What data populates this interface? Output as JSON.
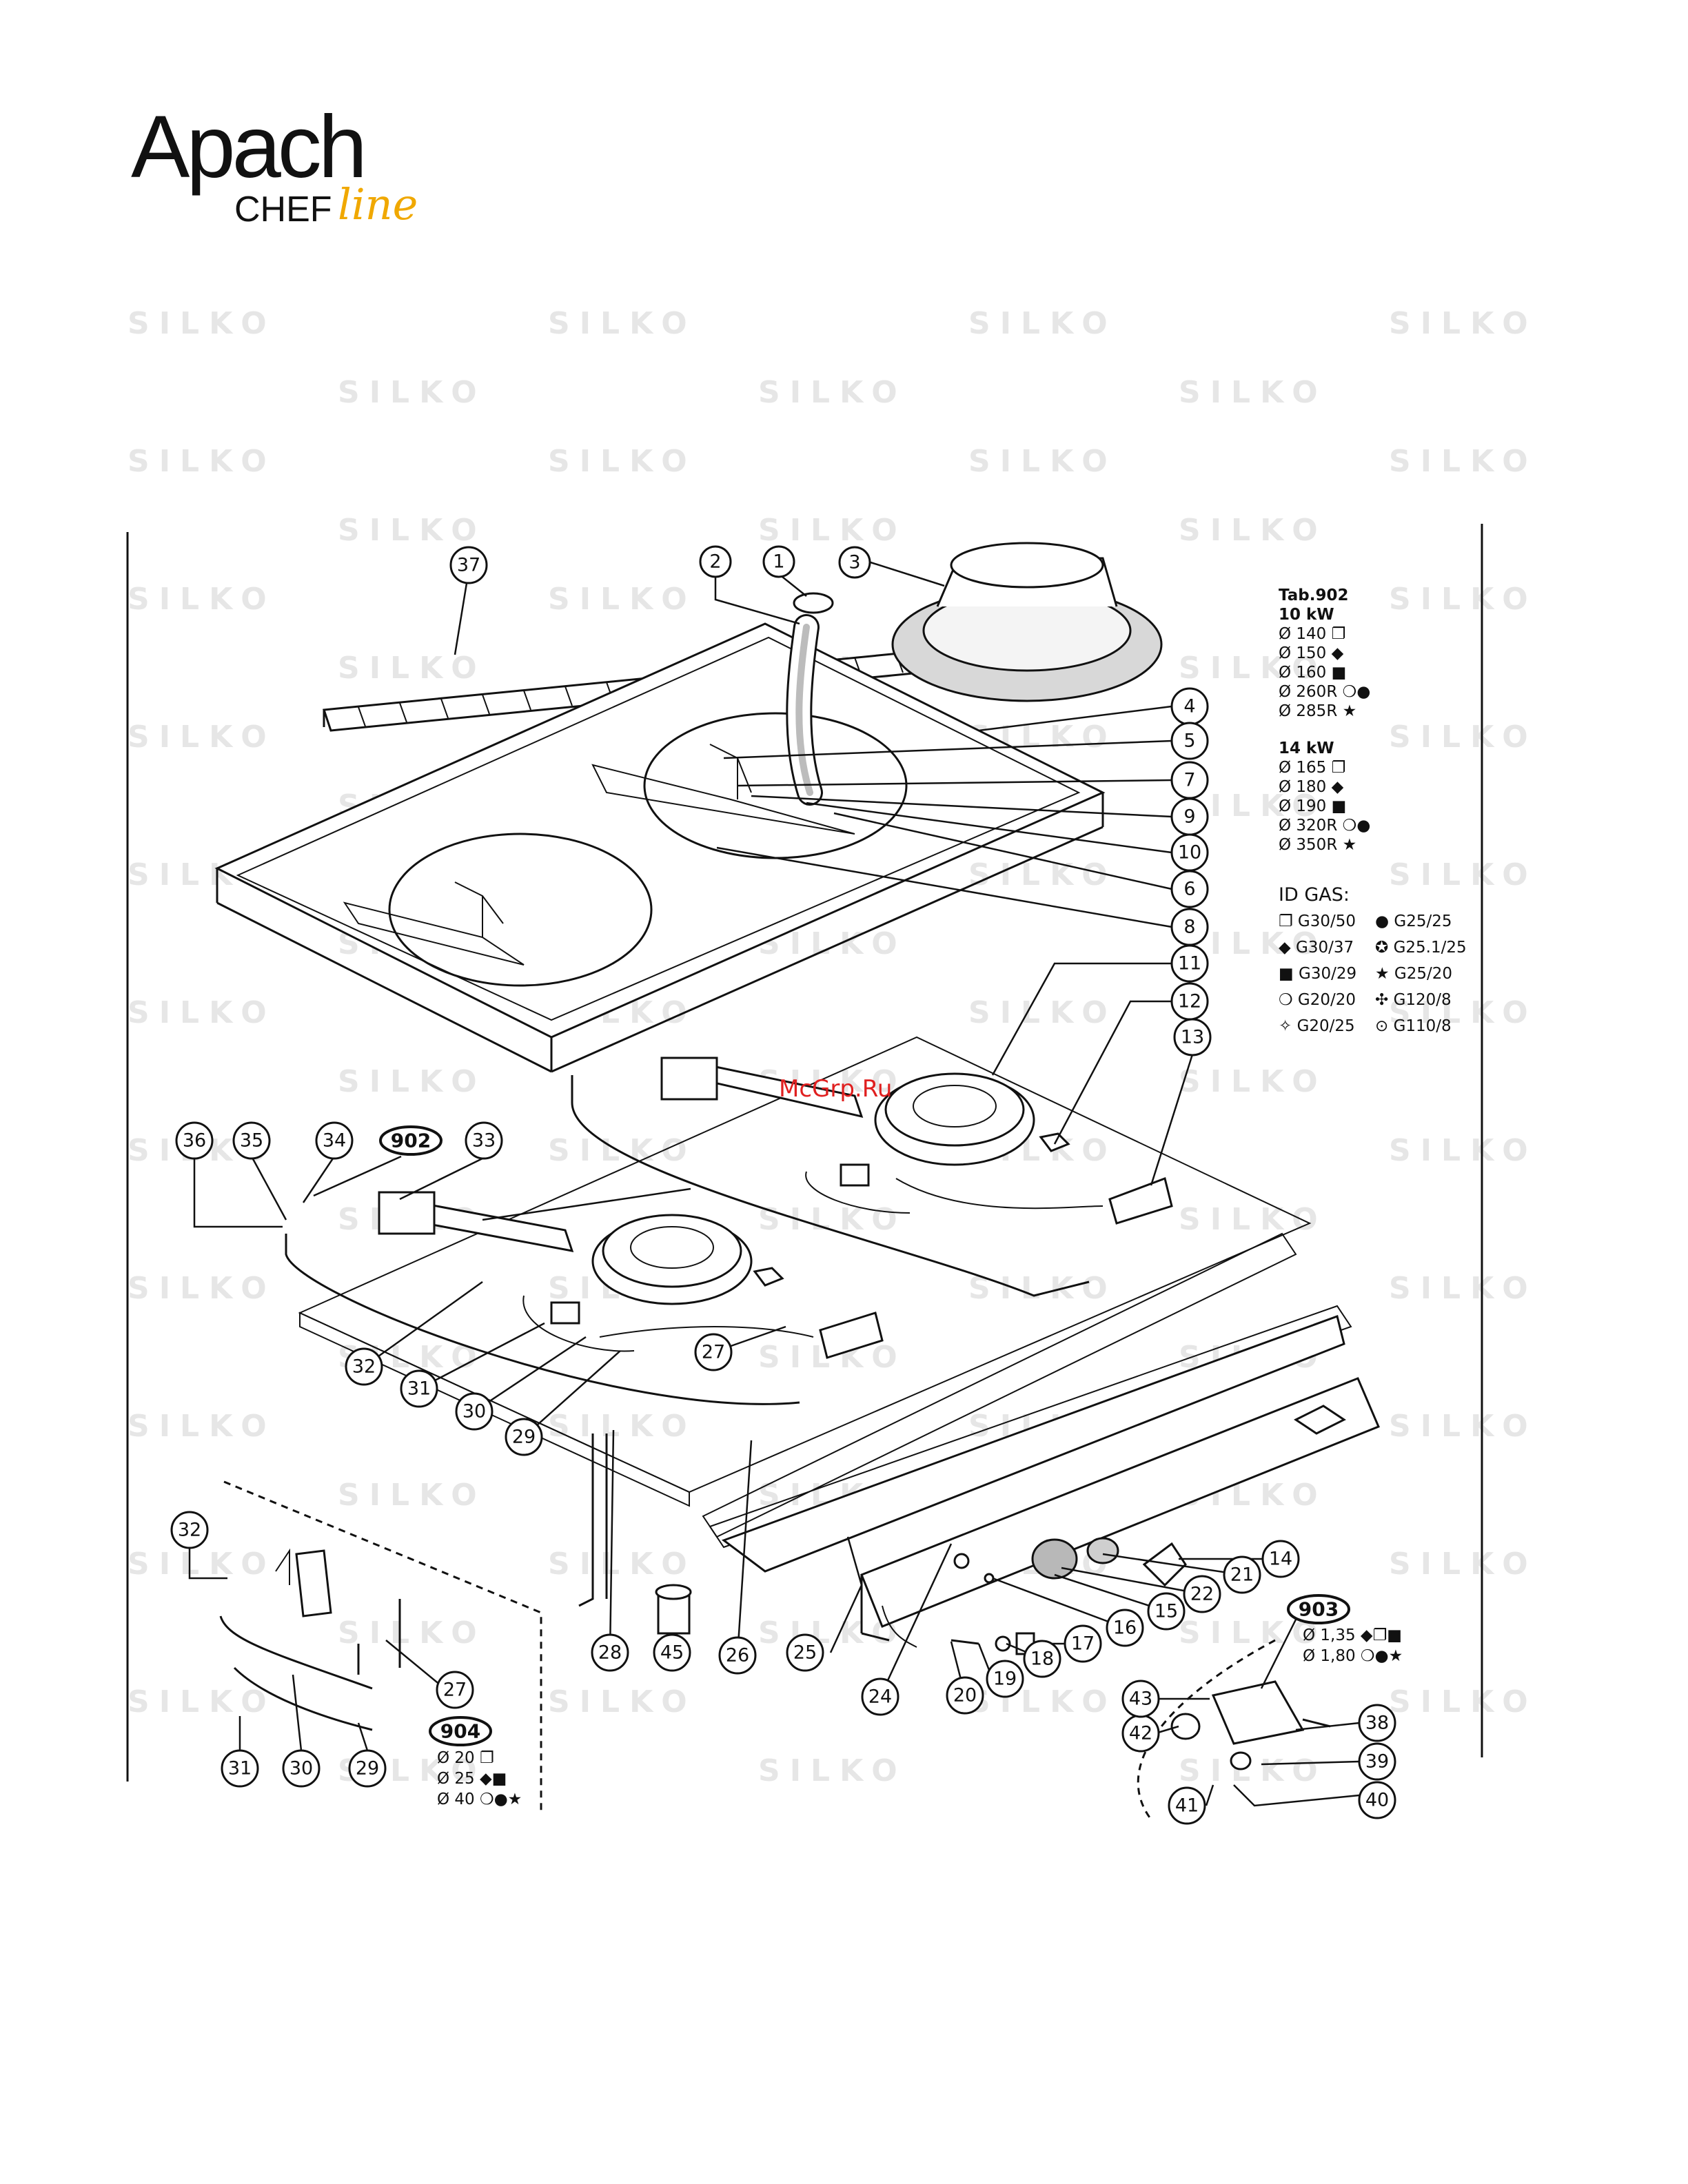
{
  "brand": {
    "logo_main": "Apach",
    "logo_chef": "CHEF",
    "logo_line": "line",
    "watermark": "SILKO"
  },
  "overlay_label": "McGrp.Ru",
  "callouts": [
    "1",
    "2",
    "3",
    "4",
    "5",
    "6",
    "7",
    "8",
    "9",
    "10",
    "11",
    "12",
    "13",
    "14",
    "15",
    "16",
    "17",
    "18",
    "19",
    "20",
    "21",
    "22",
    "24",
    "25",
    "26",
    "27",
    "28",
    "29",
    "30",
    "31",
    "32",
    "33",
    "34",
    "35",
    "36",
    "37",
    "38",
    "39",
    "40",
    "41",
    "42",
    "43",
    "45",
    "902",
    "903",
    "904"
  ],
  "callouts_inset": [
    "32",
    "27",
    "31",
    "30",
    "29"
  ],
  "callouts_bold": [
    "902",
    "903",
    "904"
  ],
  "tab902": {
    "title": "Tab.902",
    "group1_title": "10 kW",
    "group1": [
      "Ø 140 ❐",
      "Ø 150 ◆",
      "Ø 160 ■",
      "Ø 260R ❍●",
      "Ø 285R ★"
    ],
    "group2_title": "14 kW",
    "group2": [
      "Ø 165 ❐",
      "Ø 180 ◆",
      "Ø 190 ■",
      "Ø 320R ❍●",
      "Ø 350R ★"
    ]
  },
  "id_gas": {
    "title": "ID GAS:",
    "rows": [
      [
        "❐ G30/50",
        "● G25/25"
      ],
      [
        "◆ G30/37",
        "✪ G25.1/25"
      ],
      [
        "■ G30/29",
        "★ G25/20"
      ],
      [
        "❍ G20/20",
        "✣ G120/8"
      ],
      [
        "✧ G20/25",
        "⊙ G110/8"
      ]
    ]
  },
  "tab903": [
    "Ø 1,35 ◆❐■",
    "Ø 1,80 ❍●★"
  ],
  "tab904": [
    "Ø 20 ❐",
    "Ø 25 ◆■",
    "Ø 40 ❍●★"
  ]
}
